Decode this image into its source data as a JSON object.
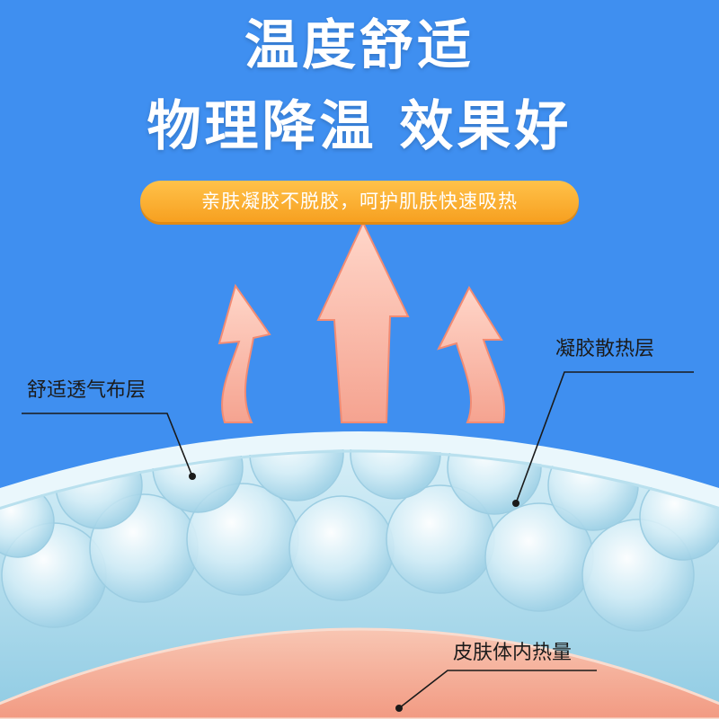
{
  "headline": {
    "line1": "温度舒适",
    "line2": "物理降温 效果好"
  },
  "badge": {
    "text": "亲肤凝胶不脱胶，呵护肌肤快速吸热"
  },
  "labels": {
    "fabric_layer": "舒适透气布层",
    "gel_layer": "凝胶散热层",
    "skin_heat": "皮肤体内热量"
  },
  "colors": {
    "background": "#3f8ff0",
    "badge": "#f7a020",
    "arrow": "#f7a99a",
    "skin": "#f6b9a6"
  }
}
